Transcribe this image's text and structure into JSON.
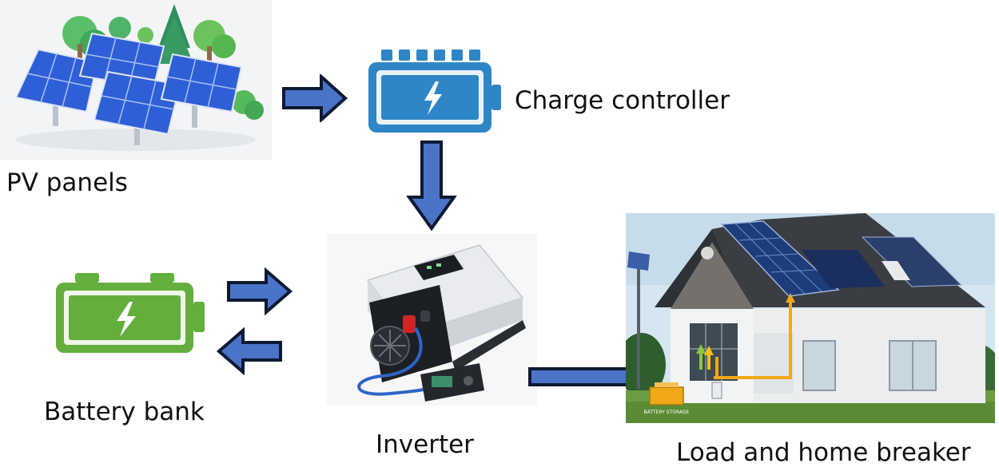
{
  "labels": {
    "pv_panels": "PV panels",
    "charge_controller": "Charge controller",
    "battery_bank": "Battery bank",
    "inverter": "Inverter",
    "load": "Load and home breaker"
  },
  "house_battery_tag": "BATTERY STORAGE",
  "colors": {
    "arrow_fill": "#4a74c8",
    "arrow_outline": "#0e1a33",
    "charge_controller_icon": "#2f86c6",
    "battery_icon": "#63ae3d",
    "power_flow": "#f0a818"
  },
  "icons": [
    "solar-panel-array",
    "charge-controller-battery-icon",
    "battery-icon",
    "inverter-device",
    "house-with-solar-roof"
  ]
}
